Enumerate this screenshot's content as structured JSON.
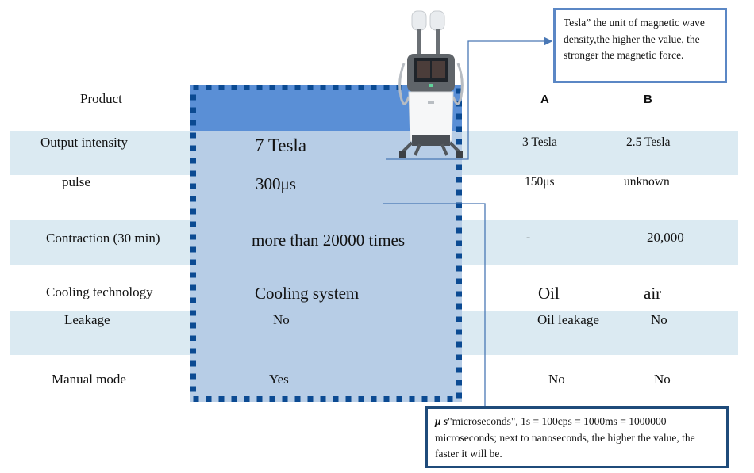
{
  "header": {
    "product_label": "Product",
    "col_a": "A",
    "col_b": "B"
  },
  "rows": [
    {
      "label": "Output intensity",
      "ours": "7 Tesla",
      "a": "3 Tesla",
      "b": "2.5 Tesla"
    },
    {
      "label": "pulse",
      "ours": "300μs",
      "a": "150μs",
      "b": "unknown"
    },
    {
      "label": "Contraction (30 min)",
      "ours": "more than 20000 times",
      "a": "-",
      "b": "20,000"
    },
    {
      "label": "Cooling technology",
      "ours": "Cooling system",
      "a": "Oil",
      "b": "air"
    },
    {
      "label": "Leakage",
      "ours": "No",
      "a": "Oil leakage",
      "b": "No"
    },
    {
      "label": "Manual mode",
      "ours": "Yes",
      "a": "No",
      "b": "No"
    }
  ],
  "notes": {
    "tesla": "Tesla” the unit of magnetic wave density,the higher the value, the stronger the magnetic force.",
    "microseconds_symbol": "μ s",
    "microseconds": "\"microseconds\", 1s = 100cps = 1000ms = 1000000 microseconds; next to nanoseconds, the higher the value, the faster it will be."
  },
  "image": {
    "device_icon": "ems-body-sculpting-machine"
  },
  "colors": {
    "band": "#dbeaf2",
    "highlight_header": "#5a8fd6",
    "highlight_body": "#b7cde6",
    "dotted_border": "#0b4a92",
    "connector": "#4a78b5"
  }
}
